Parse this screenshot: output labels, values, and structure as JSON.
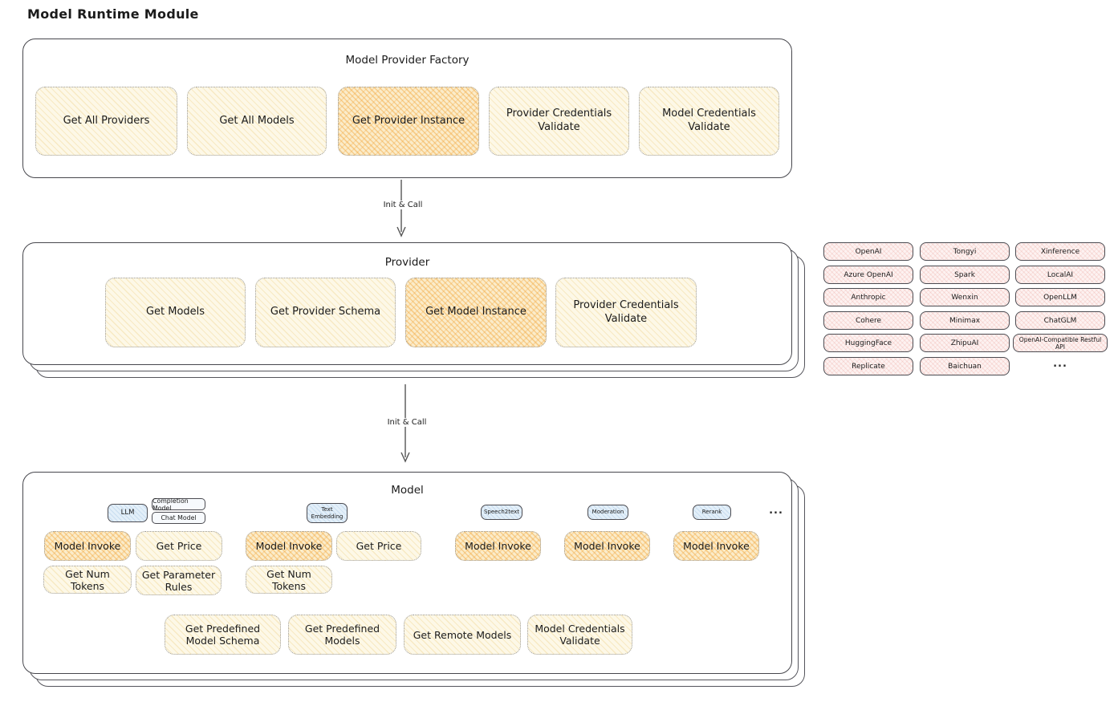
{
  "page_title": "Model Runtime Module",
  "colors": {
    "yellow_node": "#fdf8e7",
    "orange_highlight": "#f5c77a",
    "pink_chip": "#fbe9e7",
    "blue_tag": "#dcebf8",
    "box_border": "#47474d"
  },
  "factory": {
    "title": "Model Provider Factory",
    "buttons": [
      "Get All Providers",
      "Get All Models",
      "Get Provider Instance",
      "Provider Credentials Validate",
      "Model Credentials Validate"
    ]
  },
  "arrows": {
    "factory_to_provider": "Init & Call",
    "provider_to_model": "Init & Call"
  },
  "provider": {
    "title": "Provider",
    "buttons": [
      "Get Models",
      "Get Provider Schema",
      "Get Model Instance",
      "Provider Credentials Validate"
    ]
  },
  "provider_chips": {
    "col1": [
      "OpenAI",
      "Azure OpenAI",
      "Anthropic",
      "Cohere",
      "HuggingFace",
      "Replicate"
    ],
    "col2": [
      "Tongyi",
      "Spark",
      "Wenxin",
      "Minimax",
      "ZhipuAI",
      "Baichuan"
    ],
    "col3": [
      "Xinference",
      "LocalAI",
      "OpenLLM",
      "ChatGLM",
      "OpenAI-Compatible Restful API"
    ],
    "more": "..."
  },
  "model": {
    "title": "Model",
    "tags": {
      "llm": "LLM",
      "completion": "Completion Model",
      "chat": "Chat Model",
      "embedding": "Text Embedding",
      "speech2text": "Speech2text",
      "moderation": "Moderation",
      "rerank": "Rerank",
      "more": "..."
    },
    "llm": {
      "invoke": "Model Invoke",
      "price": "Get Price",
      "tokens": "Get Num Tokens",
      "rules": "Get Parameter Rules"
    },
    "embedding": {
      "invoke": "Model Invoke",
      "price": "Get Price",
      "tokens": "Get Num Tokens"
    },
    "speech2text": {
      "invoke": "Model Invoke"
    },
    "moderation": {
      "invoke": "Model Invoke"
    },
    "rerank": {
      "invoke": "Model Invoke"
    },
    "bottom": [
      "Get Predefined Model Schema",
      "Get Predefined Models",
      "Get Remote Models",
      "Model Credentials Validate"
    ]
  }
}
